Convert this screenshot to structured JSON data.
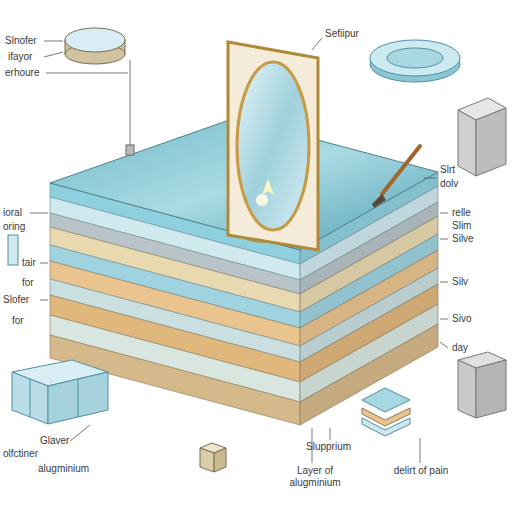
{
  "diagram": {
    "labels": [
      "Slnofer",
      "ifayor",
      "erhoure",
      "Sefiipur",
      "Slrt",
      "dolv",
      "relle",
      "Slim",
      "Silve",
      "Silv",
      "Sivo",
      "day",
      "ioral",
      "oring",
      "tair",
      "for",
      "Slofer",
      "for",
      "Glaver",
      "olfctiner",
      "alugminium",
      "Slupprium",
      "Layer of alugminium",
      "delirt of pain"
    ]
  }
}
